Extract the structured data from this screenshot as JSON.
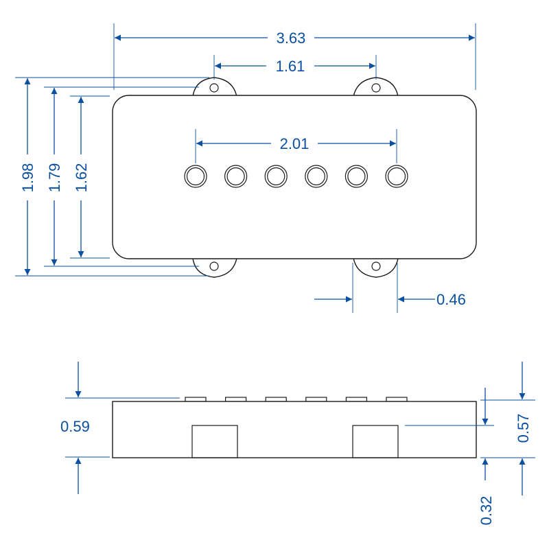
{
  "colors": {
    "dimension": "#0a4fa0",
    "outline": "#1a1a1a",
    "background": "#ffffff"
  },
  "top_view": {
    "overall_width": "3.63",
    "mount_spacing": "1.61",
    "pole_spacing": "2.01",
    "height_outer": "1.98",
    "height_mid": "1.79",
    "height_inner": "1.62",
    "tab_width": "0.46",
    "pole_count": 6
  },
  "side_view": {
    "height_left": "0.59",
    "height_right": "0.57",
    "foot_height": "0.32"
  }
}
